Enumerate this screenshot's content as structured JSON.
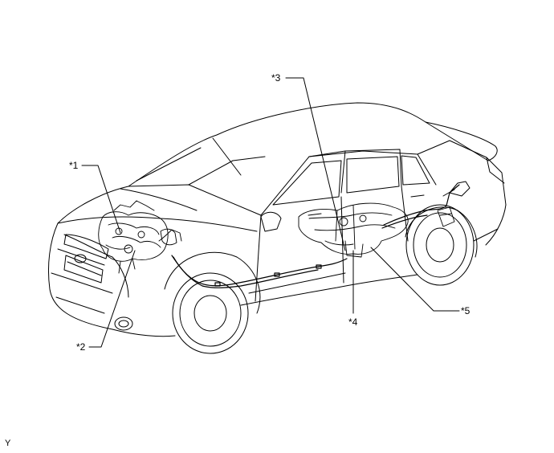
{
  "callouts": {
    "c1": "*1",
    "c2": "*2",
    "c3": "*3",
    "c4": "*4",
    "c5": "*5"
  },
  "footer_mark": "Y",
  "colors": {
    "line": "#000000",
    "background": "#ffffff"
  }
}
